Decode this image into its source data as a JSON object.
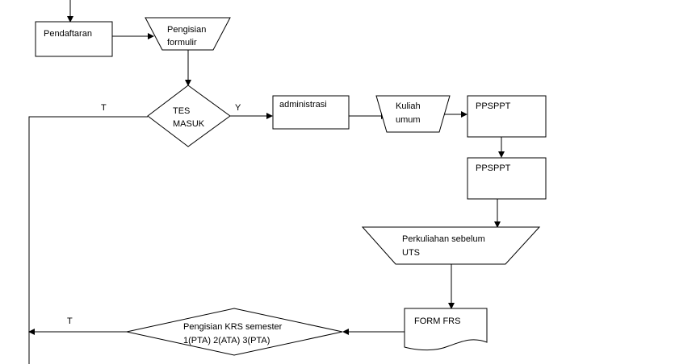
{
  "nodes": {
    "pendaftaran": "Pendaftaran",
    "pengisian_formulir": [
      "Pengisian",
      "formulir"
    ],
    "tes_masuk": [
      "TES",
      "MASUK"
    ],
    "administrasi": "administrasi",
    "kuliah_umum": [
      "Kuliah",
      "umum"
    ],
    "ppsppt_1": "PPSPPT",
    "ppsppt_2": "PPSPPT",
    "perkuliahan": [
      "Perkuliahan sebelum",
      "UTS"
    ],
    "form_frs": "FORM FRS",
    "pengisian_krs": [
      "Pengisian KRS semester",
      "1(PTA)  2(ATA)  3(PTA)"
    ]
  },
  "edge_labels": {
    "tes_yes": "Y",
    "tes_no": "T",
    "krs_no": "T"
  }
}
